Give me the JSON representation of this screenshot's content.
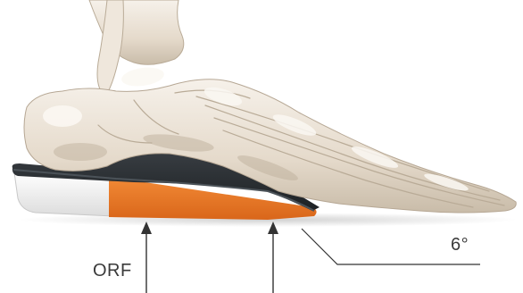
{
  "labels": {
    "orf": "ORF",
    "angle": "6°"
  },
  "colors": {
    "bone": "#e7ddcf",
    "bone_shadow": "#cbbfae",
    "bone_highlight": "#f6f1ea",
    "orthotic_top": "#262a2e",
    "orthotic_wedge": "#ee7a22",
    "orthotic_heel": "#f4f4f4",
    "arrow": "#333333",
    "leader": "#333333"
  },
  "icons": {
    "skeleton": "foot-skeleton-illustration",
    "insole": "orthotic-insole-illustration"
  }
}
